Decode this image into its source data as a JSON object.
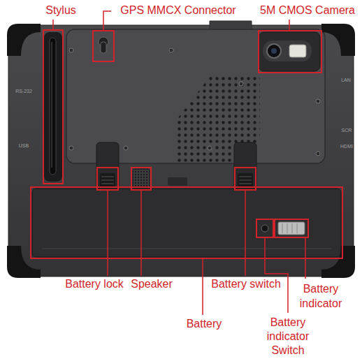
{
  "diagram": {
    "labels": [
      "Stylus",
      "GPS MMCX Connector",
      "5M CMOS Camera",
      "RS-232",
      "USB",
      "LAN",
      "SCR",
      "HDMI",
      "Battery lock",
      "Speaker",
      "Battery switch",
      "Battery indicator",
      "Battery",
      "Battery indicator Switch"
    ]
  }
}
